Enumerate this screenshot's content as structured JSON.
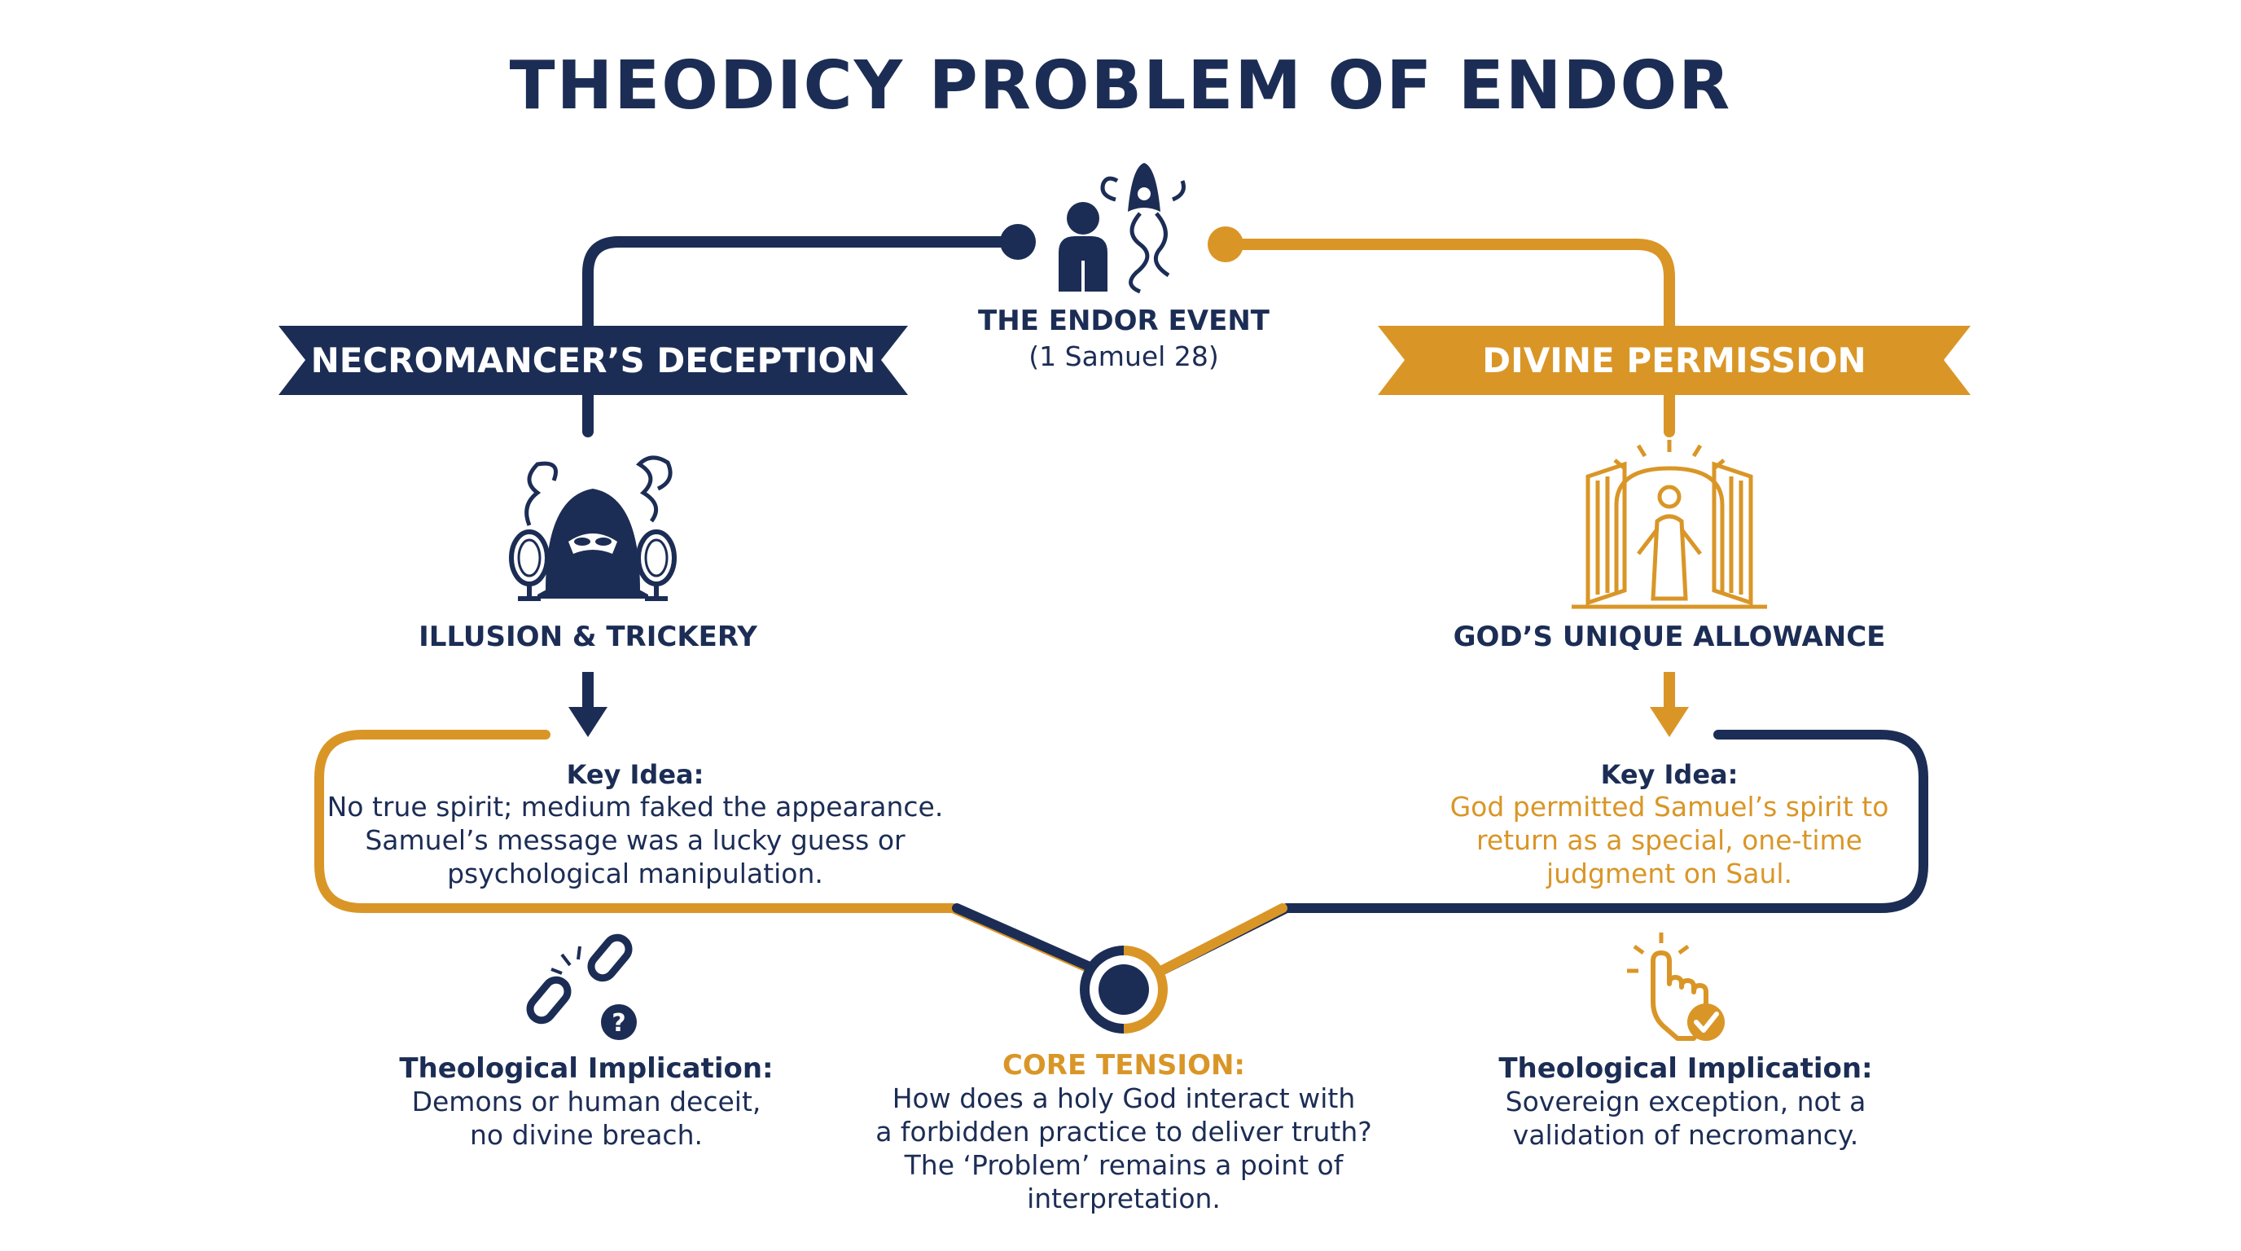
{
  "title": "THEODICY PROBLEM OF ENDOR",
  "center_event": {
    "title": "THE ENDOR EVENT",
    "reference": "(1 Samuel 28)"
  },
  "left": {
    "banner": "NECROMANCER’S DECEPTION",
    "subhead": "ILLUSION & TRICKERY",
    "key_title": "Key Idea:",
    "key_lines": [
      "No true spirit; medium faked the appearance.",
      "Samuel’s message was a lucky guess or",
      "psychological manipulation."
    ],
    "implication_title": "Theological Implication:",
    "implication_lines": [
      "Demons or human deceit,",
      "no divine breach."
    ]
  },
  "right": {
    "banner": "DIVINE PERMISSION",
    "subhead": "GOD’S UNIQUE ALLOWANCE",
    "key_title": "Key Idea:",
    "key_lines": [
      "God permitted Samuel’s spirit to",
      "return as a special, one-time",
      "judgment on Saul."
    ],
    "implication_title": "Theological Implication:",
    "implication_lines": [
      "Sovereign exception, not a",
      "validation of necromancy."
    ]
  },
  "core": {
    "title": "CORE TENSION:",
    "lines": [
      "How does a holy God interact with",
      "a forbidden practice to deliver truth?",
      "The ‘Problem’ remains a point of",
      "interpretation."
    ]
  },
  "icons": {
    "event": "person-with-spirit-icon",
    "left": "hooded-medium-with-mirrors-icon",
    "right": "radiant-figure-in-doorway-icon",
    "left_implication": "broken-chain-question-icon",
    "right_implication": "tapping-hand-check-icon"
  },
  "colors": {
    "navy": "#1c2d55",
    "gold": "#d99627"
  }
}
